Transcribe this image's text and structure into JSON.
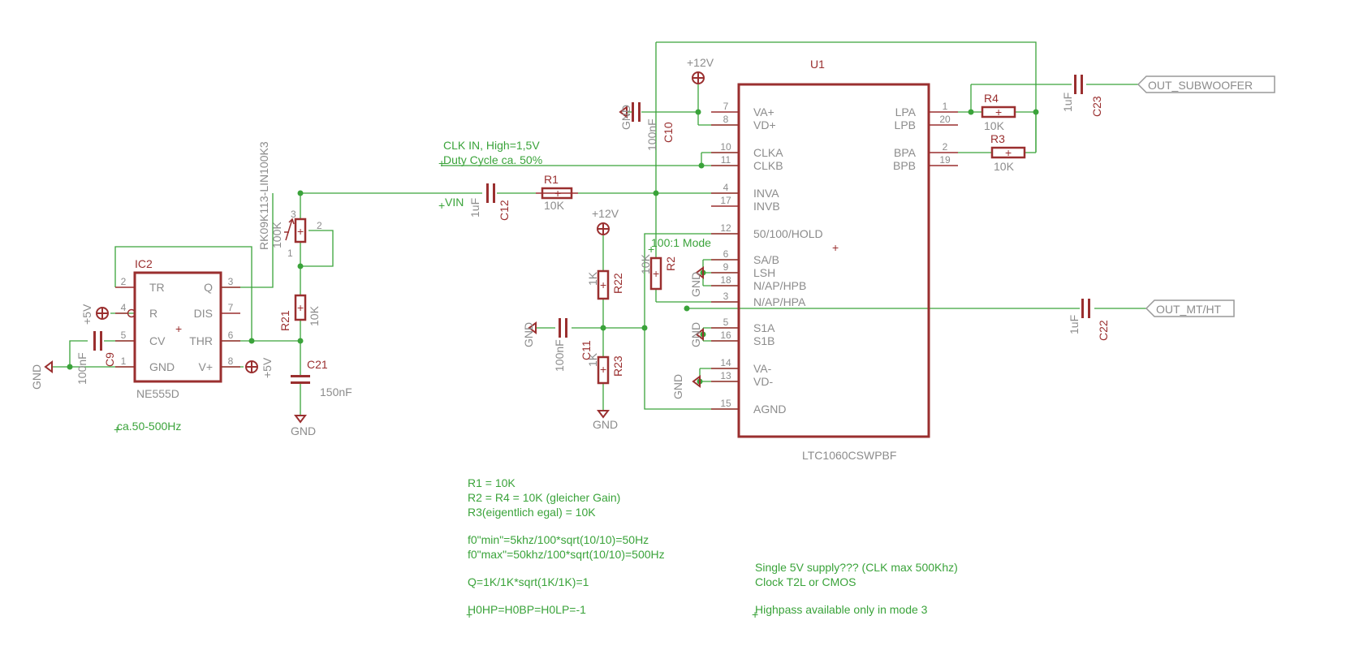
{
  "parts": {
    "u1": {
      "name": "U1",
      "value": "LTC1060CSWPBF"
    },
    "ic2": {
      "name": "IC2",
      "value": "NE555D"
    },
    "r1": {
      "name": "R1",
      "value": "10K"
    },
    "r2": {
      "name": "R2",
      "value": "10K"
    },
    "r3": {
      "name": "R3",
      "value": "10K"
    },
    "r4": {
      "name": "R4",
      "value": "10K"
    },
    "r21": {
      "name": "R21",
      "value": "10K"
    },
    "r22": {
      "name": "R22",
      "value": "1K"
    },
    "r23": {
      "name": "R23",
      "value": "1K"
    },
    "pot": {
      "name": "RK09K113-LIN100K3",
      "value": "100K"
    },
    "c9": {
      "name": "C9",
      "value": "100nF"
    },
    "c10": {
      "name": "C10",
      "value": "100nF"
    },
    "c11": {
      "name": "C11",
      "value": "100nF"
    },
    "c12": {
      "name": "C12",
      "value": "1uF"
    },
    "c21": {
      "name": "C21",
      "value": "150nF"
    },
    "c22": {
      "name": "C22",
      "value": "1uF"
    },
    "c23": {
      "name": "C23",
      "value": "1uF"
    }
  },
  "supplies": {
    "plus12": "+12V",
    "plus5": "+5V",
    "gnd": "GND"
  },
  "net_labels": {
    "vin": "VIN",
    "out_subwoofer": "OUT_SUBWOOFER",
    "out_mtht": "OUT_MT/HT"
  },
  "u1_pins": {
    "left": [
      {
        "num": "7",
        "name": "VA+"
      },
      {
        "num": "8",
        "name": "VD+"
      },
      {
        "num": "10",
        "name": "CLKA"
      },
      {
        "num": "11",
        "name": "CLKB"
      },
      {
        "num": "4",
        "name": "INVA"
      },
      {
        "num": "17",
        "name": "INVB"
      },
      {
        "num": "12",
        "name": "50/100/HOLD"
      },
      {
        "num": "6",
        "name": "SA/B"
      },
      {
        "num": "9",
        "name": "LSH"
      },
      {
        "num": "18",
        "name": "N/AP/HPB"
      },
      {
        "num": "3",
        "name": "N/AP/HPA"
      },
      {
        "num": "5",
        "name": "S1A"
      },
      {
        "num": "16",
        "name": "S1B"
      },
      {
        "num": "14",
        "name": "VA-"
      },
      {
        "num": "13",
        "name": "VD-"
      },
      {
        "num": "15",
        "name": "AGND"
      }
    ],
    "right": [
      {
        "num": "1",
        "name": "LPA"
      },
      {
        "num": "20",
        "name": "LPB"
      },
      {
        "num": "2",
        "name": "BPA"
      },
      {
        "num": "19",
        "name": "BPB"
      }
    ]
  },
  "ic2_pins": [
    {
      "num": "2",
      "name": "TR"
    },
    {
      "num": "4",
      "name": "R"
    },
    {
      "num": "5",
      "name": "CV"
    },
    {
      "num": "1",
      "name": "GND"
    },
    {
      "num": "3",
      "name": "Q"
    },
    {
      "num": "7",
      "name": "DIS"
    },
    {
      "num": "6",
      "name": "THR"
    },
    {
      "num": "8",
      "name": "V+"
    }
  ],
  "pot_pins": [
    "3",
    "2",
    "1"
  ],
  "annotations": {
    "clk_in_1": "CLK IN, High=1,5V",
    "clk_in_2": "Duty Cycle ca. 50%",
    "mode": "100:1 Mode",
    "osc_range": "ca.50-500Hz",
    "notes_a": [
      "R1 = 10K",
      "R2 = R4 = 10K (gleicher Gain)",
      "R3(eigentlich egal) = 10K",
      "f0\"min\"=5khz/100*sqrt(10/10)=50Hz",
      "f0\"max\"=50khz/100*sqrt(10/10)=500Hz",
      "Q=1K/1K*sqrt(1K/1K)=1",
      "H0HP=H0BP=H0LP=-1"
    ],
    "notes_b": [
      "Single 5V supply??? (CLK max 500Khz)",
      "Clock T2L or CMOS",
      "Highpass available only in mode 3"
    ]
  },
  "colors": {
    "wire": "#3aa33a",
    "symbol": "#9a2f2f",
    "text_grey": "#8c8c8c",
    "net_label": "#999999"
  }
}
